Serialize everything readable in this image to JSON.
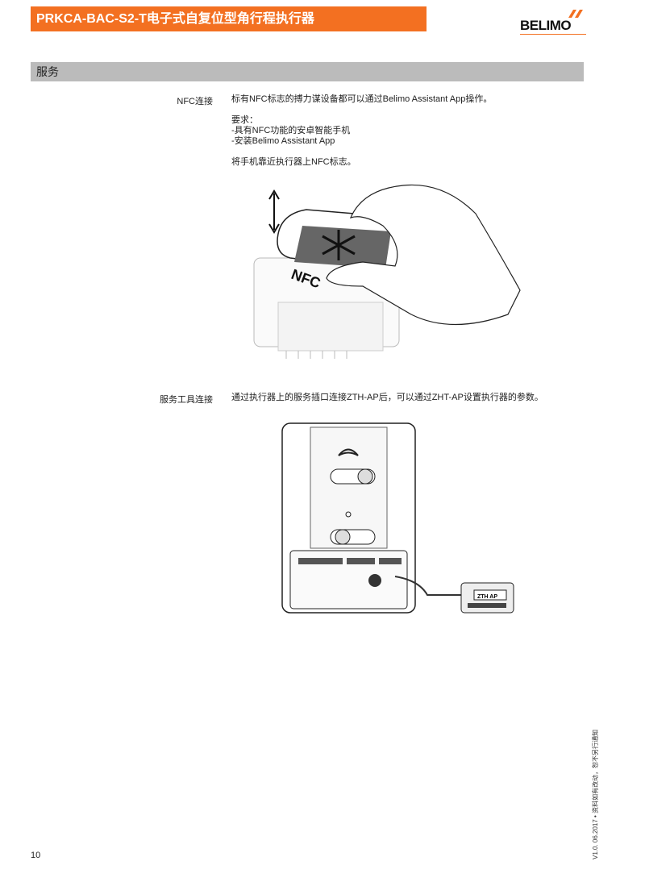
{
  "header": {
    "title": "PRKCA-BAC-S2-T电子式自复位型角行程执行器",
    "logo": "BELIMO"
  },
  "section": {
    "title": "服务"
  },
  "nfc": {
    "label": "NFC连接",
    "line1": "标有NFC标志的搏力谋设备都可以通过Belimo Assistant App操作。",
    "req_title": "要求：",
    "req1": "-具有NFC功能的安卓智能手机",
    "req2": "-安装Belimo Assistant App",
    "line2": "将手机靠近执行器上NFC标志。"
  },
  "service_tool": {
    "label": "服务工具连接",
    "text": "通过执行器上的服务插口连接ZTH-AP后，可以通过ZHT-AP设置执行器的参数。",
    "device_label": "ZTH AP"
  },
  "footer": {
    "page": "10",
    "version_note": "V1.0. 06.2017 • 资料如有改动，恕不另行通知"
  }
}
